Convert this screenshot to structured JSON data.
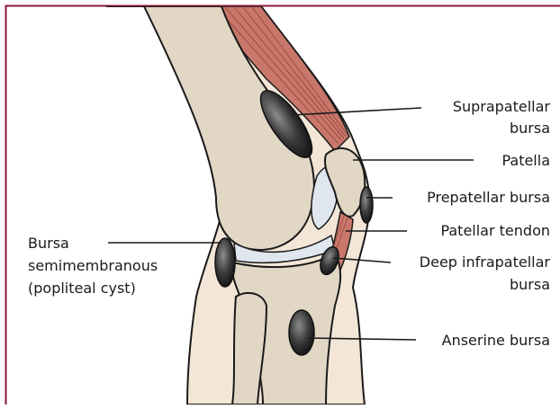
{
  "labels": {
    "suprapatellar_line1": "Suprapatellar",
    "suprapatellar_line2": "bursa",
    "patella": "Patella",
    "prepatellar": "Prepatellar bursa",
    "patellar_tendon": "Patellar tendon",
    "deep_infra_line1": "Deep infrapatellar",
    "deep_infra_line2": "bursa",
    "anserine": "Anserine bursa",
    "semimem_line1": "Bursa",
    "semimem_line2": "semimembranous",
    "semimem_line3": "(popliteal cyst)"
  },
  "colors": {
    "frame": "#8a1538",
    "skin": "#f3e6d6",
    "bone": "#e2d6c5",
    "cartilage": "#dfe6ee",
    "muscle": "#c9776a",
    "bursa": "#3a3a3a",
    "outline": "#1a1a1a"
  }
}
